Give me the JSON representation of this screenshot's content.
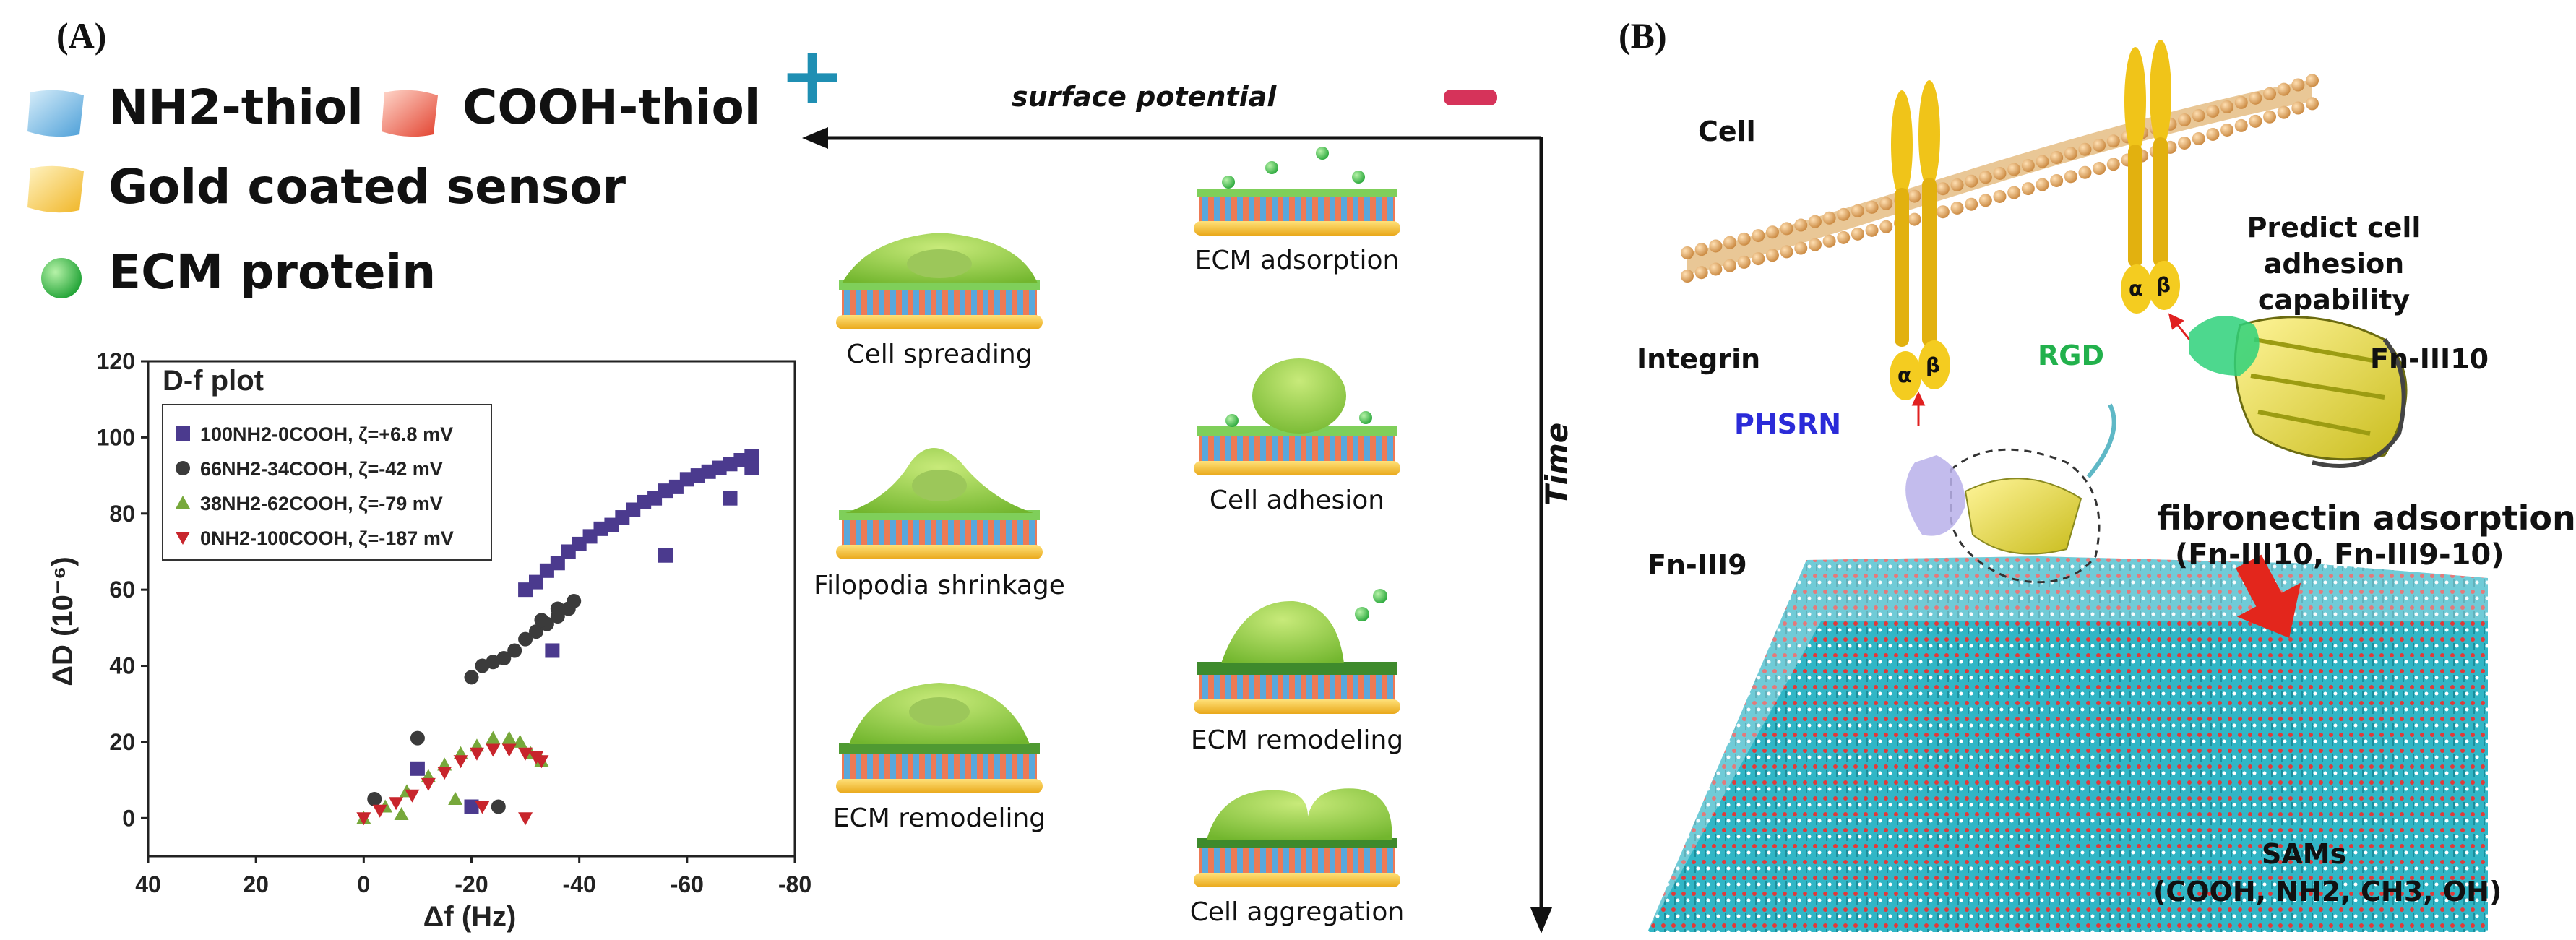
{
  "panel_a": {
    "label": "(A)",
    "legend": [
      {
        "text": "NH2-thiol",
        "icon": "blue-swatch-icon",
        "color": "#5aa8dc"
      },
      {
        "text": "COOH-thiol",
        "icon": "red-swatch-icon",
        "color": "#e65a48"
      },
      {
        "text": "Gold coated sensor",
        "icon": "gold-swatch-icon",
        "color": "#f1c232"
      },
      {
        "text": "ECM protein",
        "icon": "green-sphere-icon",
        "color": "#3fb34f"
      }
    ],
    "surface_potential": {
      "label": "surface potential",
      "plus": "+",
      "minus": "−",
      "plus_color": "#1f8fb3",
      "minus_color": "#d6335a"
    },
    "time_label": "Time",
    "steps_right": [
      "ECM adsorption",
      "Cell adhesion",
      "ECM remodeling",
      "Cell aggregation"
    ],
    "steps_left": [
      "Cell spreading",
      "Filopodia shrinkage",
      "ECM remodeling"
    ]
  },
  "chart_data": {
    "type": "scatter",
    "title": "D-f plot",
    "xlabel": "Δf (Hz)",
    "ylabel": "ΔD (10⁻⁶)",
    "xlim": [
      40,
      -80
    ],
    "ylim": [
      -10,
      120
    ],
    "xticks": [
      "40",
      "20",
      "0",
      "-20",
      "-40",
      "-60",
      "-80"
    ],
    "yticks": [
      "0",
      "20",
      "40",
      "60",
      "80",
      "100",
      "120"
    ],
    "legend_position": "top-left",
    "series": [
      {
        "name": "100NH2-0COOH, ζ=+6.8 mV",
        "marker": "square",
        "color": "#4b3a8e",
        "points": [
          [
            -30,
            60
          ],
          [
            -32,
            62
          ],
          [
            -34,
            65
          ],
          [
            -36,
            67
          ],
          [
            -38,
            70
          ],
          [
            -40,
            72
          ],
          [
            -42,
            74
          ],
          [
            -44,
            76
          ],
          [
            -46,
            77
          ],
          [
            -48,
            79
          ],
          [
            -50,
            81
          ],
          [
            -52,
            83
          ],
          [
            -54,
            84
          ],
          [
            -56,
            86
          ],
          [
            -58,
            87
          ],
          [
            -60,
            89
          ],
          [
            -62,
            90
          ],
          [
            -64,
            91
          ],
          [
            -66,
            92
          ],
          [
            -68,
            93
          ],
          [
            -70,
            94
          ],
          [
            -72,
            95
          ],
          [
            -72,
            92
          ],
          [
            -56,
            69
          ],
          [
            -68,
            84
          ],
          [
            -35,
            44
          ],
          [
            -10,
            13
          ],
          [
            -20,
            3
          ]
        ]
      },
      {
        "name": "66NH2-34COOH, ζ=-42 mV",
        "marker": "circle",
        "color": "#3b3b3b",
        "points": [
          [
            -20,
            37
          ],
          [
            -22,
            40
          ],
          [
            -24,
            41
          ],
          [
            -26,
            42
          ],
          [
            -28,
            44
          ],
          [
            -30,
            47
          ],
          [
            -32,
            49
          ],
          [
            -34,
            51
          ],
          [
            -36,
            53
          ],
          [
            -38,
            55
          ],
          [
            -39,
            57
          ],
          [
            -36,
            55
          ],
          [
            -33,
            52
          ],
          [
            -10,
            21
          ],
          [
            -2,
            5
          ],
          [
            -25,
            3
          ]
        ]
      },
      {
        "name": "38NH2-62COOH, ζ=-79 mV",
        "marker": "triangle",
        "color": "#77a83b",
        "points": [
          [
            0,
            0
          ],
          [
            -4,
            3
          ],
          [
            -8,
            7
          ],
          [
            -12,
            11
          ],
          [
            -15,
            14
          ],
          [
            -18,
            17
          ],
          [
            -21,
            19
          ],
          [
            -24,
            21
          ],
          [
            -27,
            21
          ],
          [
            -29,
            20
          ],
          [
            -31,
            17
          ],
          [
            -33,
            15
          ],
          [
            -17,
            5
          ],
          [
            -7,
            1
          ]
        ]
      },
      {
        "name": "0NH2-100COOH, ζ=-187 mV",
        "marker": "triangle-down",
        "color": "#c8252c",
        "points": [
          [
            0,
            0
          ],
          [
            -3,
            2
          ],
          [
            -6,
            4
          ],
          [
            -9,
            6
          ],
          [
            -12,
            9
          ],
          [
            -15,
            12
          ],
          [
            -18,
            15
          ],
          [
            -21,
            17
          ],
          [
            -24,
            18
          ],
          [
            -27,
            18
          ],
          [
            -30,
            17
          ],
          [
            -32,
            16
          ],
          [
            -33,
            15
          ],
          [
            -22,
            3
          ],
          [
            -30,
            0
          ]
        ]
      }
    ]
  },
  "panel_b": {
    "label": "(B)",
    "labels": {
      "cell": "Cell",
      "integrin": "Integrin",
      "predict": "Predict cell adhesion capability",
      "rgd": "RGD",
      "fn3_10": "Fn-III10",
      "phsrn": "PHSRN",
      "fn3_9": "Fn-III9",
      "fibronectin": "fibronectin adsorption",
      "fibronectin_sub": "(Fn-III10, Fn-III9-10)",
      "sams": "SAMs",
      "sams_sub": "(COOH, NH2, CH3, OH)",
      "alpha": "α",
      "beta": "β"
    },
    "colors": {
      "rgd": "#22b14c",
      "phsrn": "#2b2bd8",
      "integrin": "#f0c419",
      "membrane": "#d9a062"
    }
  }
}
